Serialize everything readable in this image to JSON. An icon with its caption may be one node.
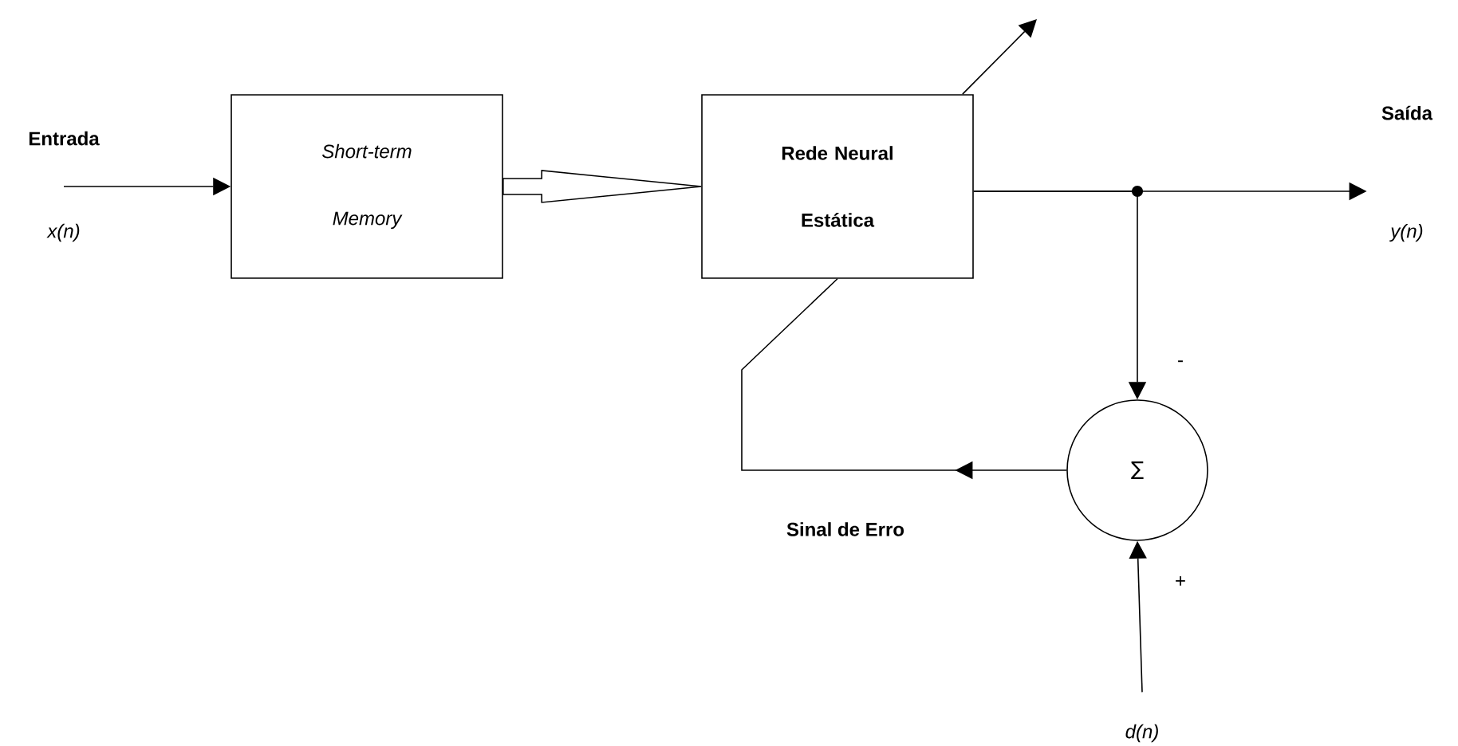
{
  "diagram": {
    "nodes": [
      {
        "text": [
          "Short-term Memory"
        ]
      },
      {
        "text": [
          "Rede Neural Estática"
        ]
      },
      {
        "text": [
          "∑"
        ]
      },
      {
        "text": [
          "Entrada",
          "x(n)"
        ]
      },
      {
        "text": [
          "Saída",
          "y(n)"
        ]
      },
      {
        "text": [
          "d(n)"
        ]
      }
    ],
    "edges": [
      {
        "from": 3,
        "to": 0,
        "arrow": "to"
      },
      {
        "from": 0,
        "to": 1,
        "arrow": "to",
        "style": "thick"
      },
      {
        "from": 1,
        "to": null,
        "arrow": "to"
      },
      {
        "from": 1,
        "to": 4,
        "arrow": "to"
      },
      {
        "from": 1,
        "to": 2,
        "arrow": "to"
      },
      {
        "from": 5,
        "to": 2,
        "arrow": "to"
      },
      {
        "from": 2,
        "to": 1,
        "arrow": "to",
        "label": "Sinal de Erro"
      }
    ],
    "labels": [
      "-",
      "+"
    ]
  }
}
